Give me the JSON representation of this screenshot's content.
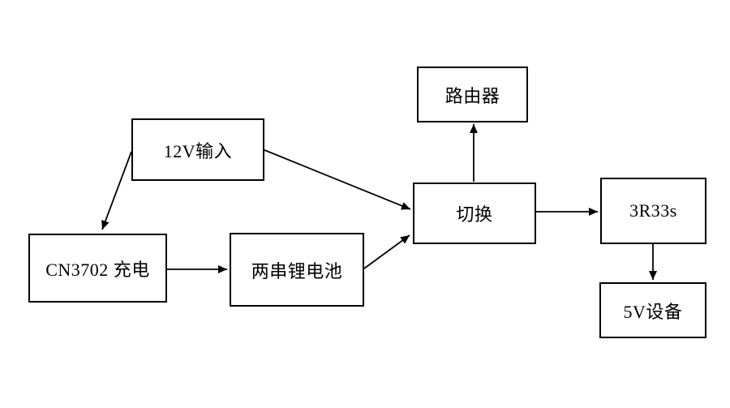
{
  "diagram": {
    "background_color": "#ffffff",
    "line_color": "#000000",
    "box_border_color": "#000000",
    "text_color": "#000000",
    "nodes": [
      {
        "id": "input-12v",
        "label": "12V输入"
      },
      {
        "id": "router",
        "label": "路由器"
      },
      {
        "id": "cn3702-charger",
        "label": "CN3702 充电"
      },
      {
        "id": "battery-2s",
        "label": "两串锂电池"
      },
      {
        "id": "switch",
        "label": "切换"
      },
      {
        "id": "regulator-3r33s",
        "label": "3R33s"
      },
      {
        "id": "device-5v",
        "label": "5V设备"
      }
    ],
    "edges": [
      {
        "from": "input-12v",
        "to": "cn3702-charger"
      },
      {
        "from": "input-12v",
        "to": "switch"
      },
      {
        "from": "cn3702-charger",
        "to": "battery-2s"
      },
      {
        "from": "battery-2s",
        "to": "switch"
      },
      {
        "from": "switch",
        "to": "router"
      },
      {
        "from": "switch",
        "to": "regulator-3r33s"
      },
      {
        "from": "regulator-3r33s",
        "to": "device-5v"
      }
    ]
  }
}
